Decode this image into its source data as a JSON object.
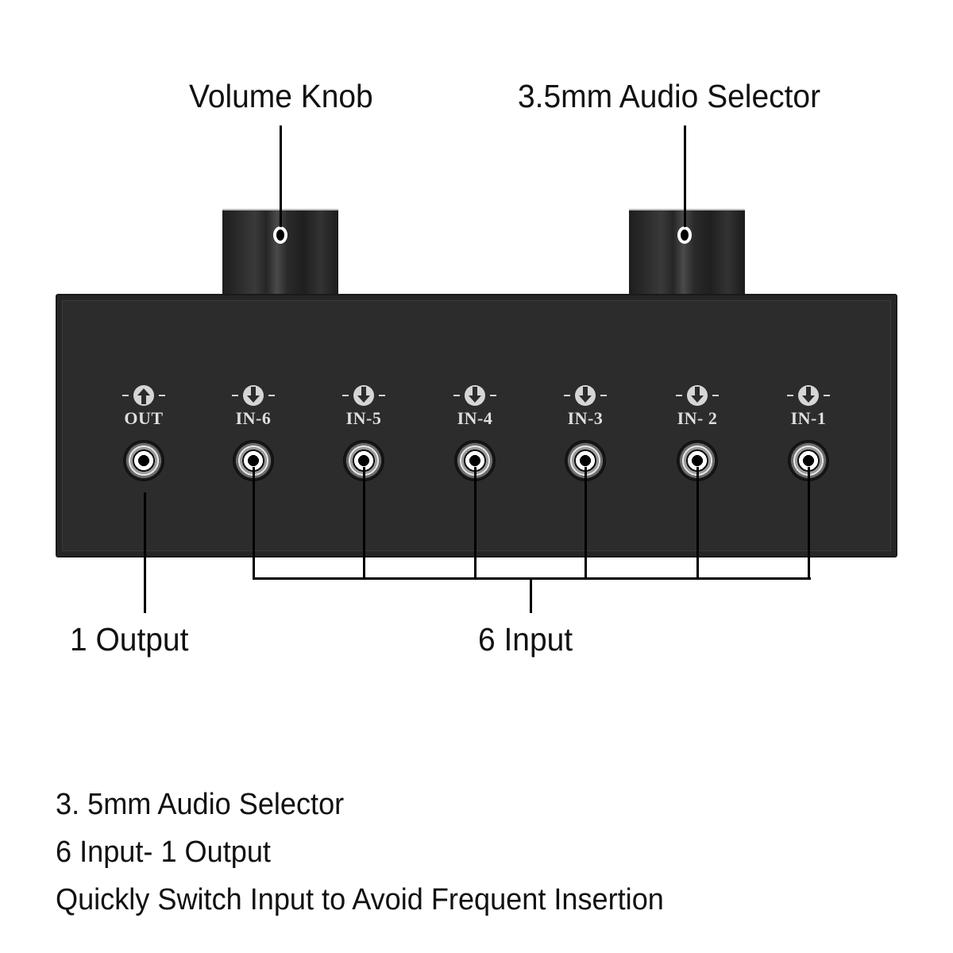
{
  "callouts": {
    "volume_knob": "Volume Knob",
    "audio_selector": "3.5mm Audio Selector",
    "output": "1 Output",
    "input": "6 Input"
  },
  "device": {
    "colors": {
      "body": "#2c2c2c",
      "label": "#dedede",
      "line": "#000000"
    },
    "ports": [
      {
        "label": "OUT",
        "direction": "up",
        "icon": "arrow-up-circle-icon"
      },
      {
        "label": "IN-6",
        "direction": "down",
        "icon": "arrow-down-circle-icon"
      },
      {
        "label": "IN-5",
        "direction": "down",
        "icon": "arrow-down-circle-icon"
      },
      {
        "label": "IN-4",
        "direction": "down",
        "icon": "arrow-down-circle-icon"
      },
      {
        "label": "IN-3",
        "direction": "down",
        "icon": "arrow-down-circle-icon"
      },
      {
        "label": "IN- 2",
        "direction": "down",
        "icon": "arrow-down-circle-icon"
      },
      {
        "label": "IN-1",
        "direction": "down",
        "icon": "arrow-down-circle-icon"
      }
    ]
  },
  "description": {
    "lines": [
      "3. 5mm Audio Selector",
      "6 Input- 1 Output",
      "Quickly Switch Input to Avoid Frequent Insertion"
    ]
  }
}
